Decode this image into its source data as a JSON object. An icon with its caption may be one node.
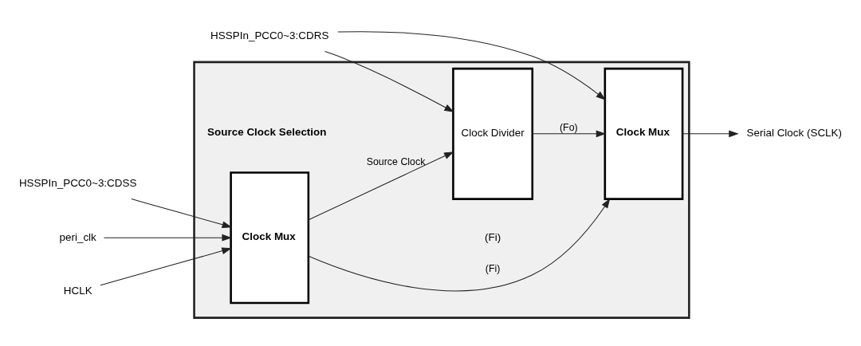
{
  "diagram": {
    "nodes": [
      {
        "text": [],
        "shape": "box"
      },
      {
        "text": [
          "HSSPIn_PCC0~3:CDRS"
        ]
      },
      {
        "text": [
          "HSSPIn_PCC0~3:CDSS"
        ]
      },
      {
        "text": [
          "peri_clk"
        ]
      },
      {
        "text": [
          "HCLK"
        ]
      },
      {
        "text": [
          "Clock Mux"
        ],
        "in": 0,
        "beside": [
          "Source Clock Selection"
        ]
      },
      {
        "text": [
          "Clock Divider"
        ],
        "in": 0
      },
      {
        "text": [
          "Clock Mux"
        ],
        "in": 0
      },
      {
        "text": [
          "Serial Clock (SCLK)"
        ]
      }
    ],
    "edges": [
      {
        "from": 1,
        "to": 6,
        "arrow": "to"
      },
      {
        "from": 1,
        "to": 7,
        "arrow": "to"
      },
      {
        "from": 2,
        "to": 5,
        "arrow": "to"
      },
      {
        "from": 3,
        "to": 5,
        "arrow": "to"
      },
      {
        "from": 4,
        "to": 5,
        "arrow": "to"
      },
      {
        "from": 5,
        "to": 6,
        "arrow": "to",
        "label": "Source Clock"
      },
      {
        "from": 5,
        "to": 7,
        "arrow": "to",
        "label": "(Fi)"
      },
      {
        "from": 6,
        "to": 7,
        "arrow": "to",
        "label": "(Fo)"
      },
      {
        "from": 7,
        "to": 8,
        "arrow": "to"
      }
    ],
    "labels": [
      "(Fi)"
    ]
  }
}
